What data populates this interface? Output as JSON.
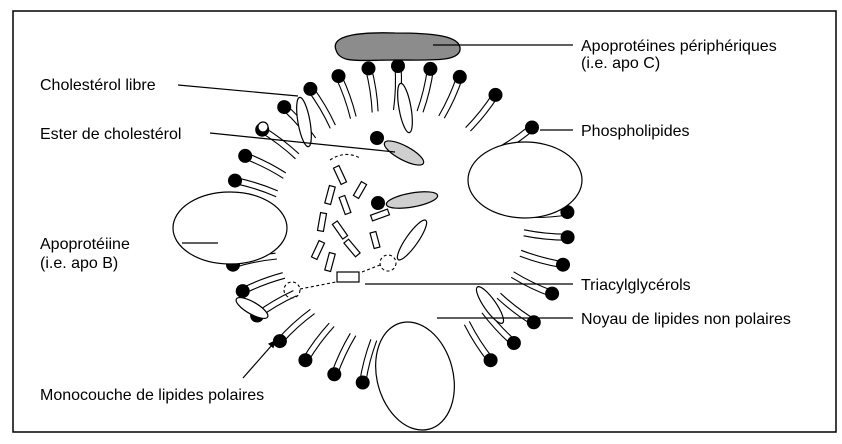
{
  "labels": {
    "apo_c": {
      "line1": "Apoprotéines périphériques",
      "line2": "(i.e. apo C)"
    },
    "cholesterol_libre": "Cholestérol libre",
    "ester_cholesterol": "Ester de cholestérol",
    "phospholipides": "Phospholipides",
    "apo_b": {
      "line1": "Apoprotéiine",
      "line2": "(i.e. apo B)"
    },
    "triacylglycerols": "Triacylglycérols",
    "noyau": "Noyau de lipides non polaires",
    "monocouche": "Monocouche de lipides polaires"
  },
  "colors": {
    "ink": "#000000",
    "background": "#ffffff",
    "apoprotein_c_fill": "#8c8c8c",
    "ester_fill": "#cfcfcf"
  }
}
